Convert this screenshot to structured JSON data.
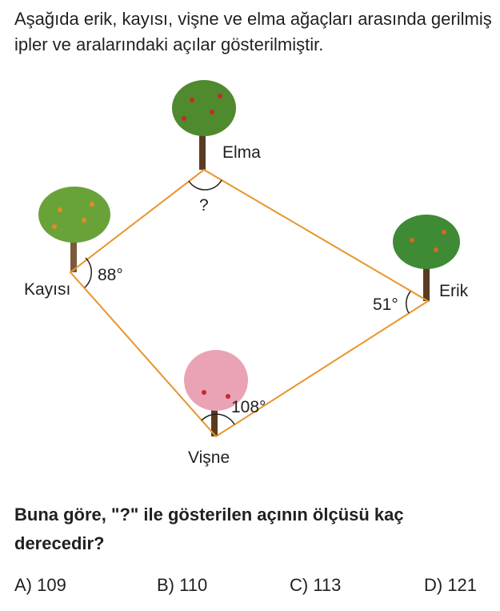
{
  "intro": "Aşağıda erik, kayısı, vişne ve elma ağaçları arasında gerilmiş ipler ve aralarındaki açılar gösterilmiştir.",
  "diagram": {
    "trees": {
      "elma": "Elma",
      "erik": "Erik",
      "kayisi": "Kayısı",
      "visne": "Vişne"
    },
    "angles": {
      "elma": "?",
      "kayisi": "88°",
      "erik": "51°",
      "visne": "108°"
    },
    "rope_color": "#e8952a"
  },
  "question": "Buna göre, \"?\" ile gösterilen açının ölçüsü kaç derecedir?",
  "options": [
    "A) 109",
    "B) 110",
    "C) 113",
    "D) 121"
  ]
}
